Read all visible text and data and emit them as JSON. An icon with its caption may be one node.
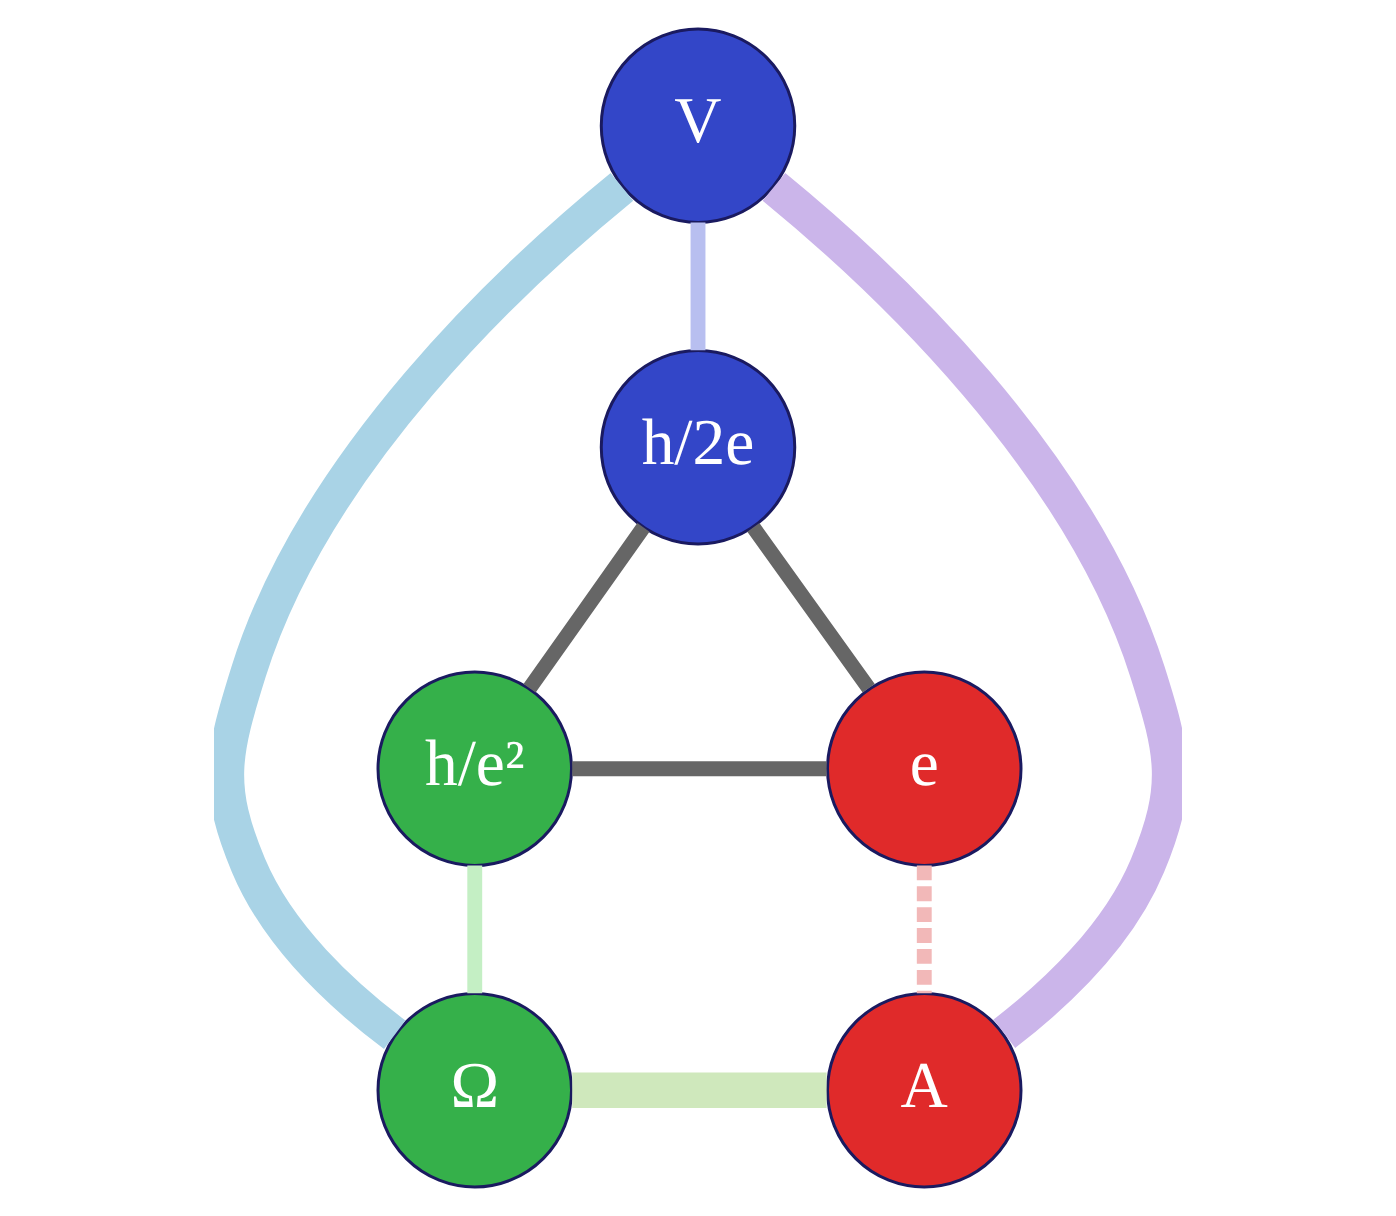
{
  "diagram": {
    "nodes": [
      {
        "text": [
          "V"
        ]
      },
      {
        "text": [
          "h/2e"
        ]
      },
      {
        "text": [
          "h/e²"
        ]
      },
      {
        "text": [
          "e"
        ]
      },
      {
        "text": [
          "Ω"
        ]
      },
      {
        "text": [
          "A"
        ]
      }
    ],
    "edges": [
      {
        "from": 0,
        "to": 4,
        "arrow": "none",
        "style": "thick",
        "color": "#a9d3e6"
      },
      {
        "from": 0,
        "to": 5,
        "arrow": "none",
        "style": "thick",
        "color": "#cbb5ea"
      },
      {
        "from": 4,
        "to": 5,
        "arrow": "none",
        "style": "thick",
        "color": "#cfe8bc"
      },
      {
        "from": 0,
        "to": 1,
        "arrow": "none",
        "color": "#b8bff0"
      },
      {
        "from": 1,
        "to": 2,
        "arrow": "none"
      },
      {
        "from": 1,
        "to": 3,
        "arrow": "none"
      },
      {
        "from": 2,
        "to": 3,
        "arrow": "none"
      },
      {
        "from": 4,
        "to": 2,
        "arrow": "none",
        "color": "#c4efc4"
      },
      {
        "from": 3,
        "to": 5,
        "arrow": "none",
        "style": "dashed",
        "color": "#f2b8b8"
      }
    ]
  }
}
